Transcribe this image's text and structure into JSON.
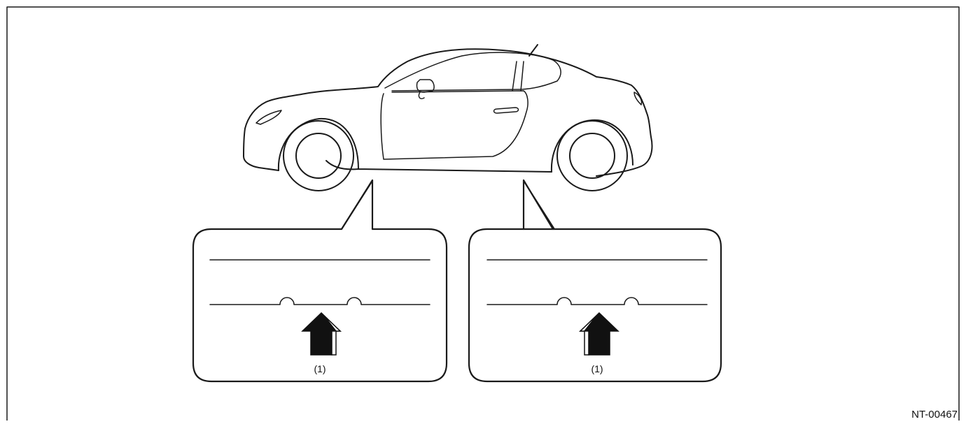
{
  "figure_code": "NT-00467",
  "callouts": [
    {
      "id": "left",
      "label": "(1)",
      "arrow_shaded_side": "right"
    },
    {
      "id": "right",
      "label": "(1)",
      "arrow_shaded_side": "left"
    }
  ]
}
